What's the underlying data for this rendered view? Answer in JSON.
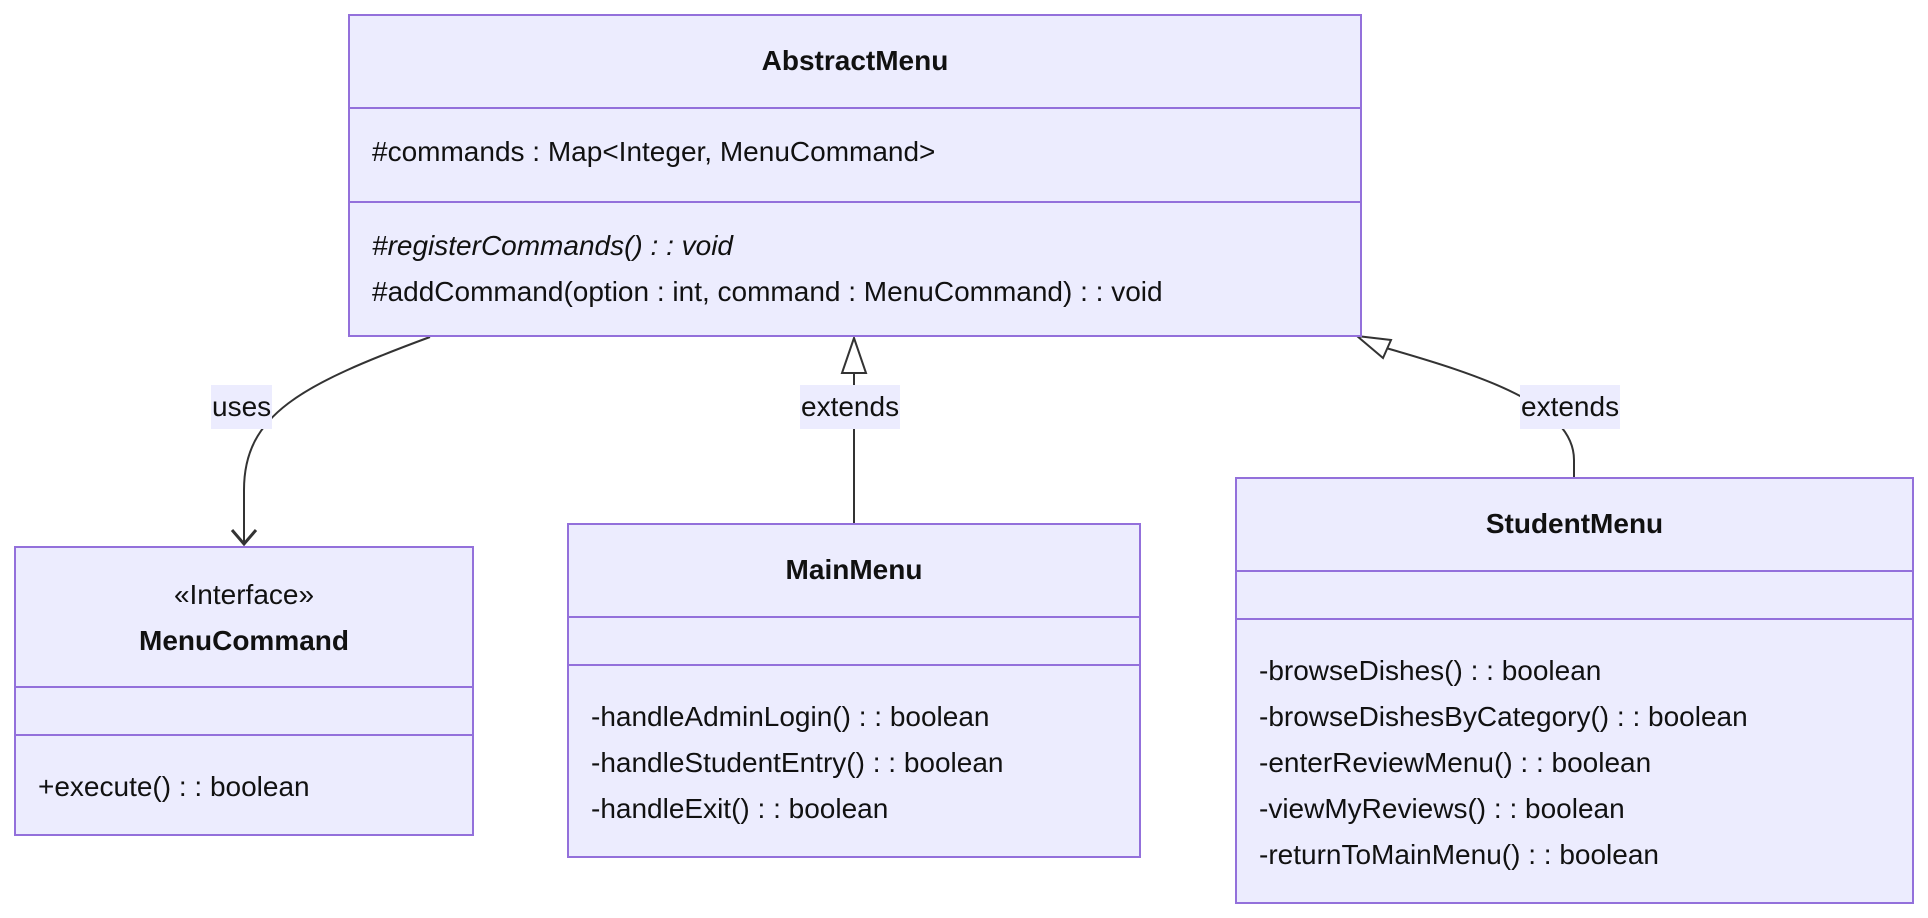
{
  "classes": {
    "abstract_menu": {
      "name": "AbstractMenu",
      "attributes": [
        "#commands : Map<Integer, MenuCommand>"
      ],
      "methods": [
        "#registerCommands() : : void",
        "#addCommand(option : int, command : MenuCommand) : : void"
      ]
    },
    "menu_command": {
      "stereotype": "«Interface»",
      "name": "MenuCommand",
      "attributes": [],
      "methods": [
        "+execute() : : boolean"
      ]
    },
    "main_menu": {
      "name": "MainMenu",
      "attributes": [],
      "methods": [
        "-handleAdminLogin() : : boolean",
        "-handleStudentEntry() : : boolean",
        "-handleExit() : : boolean"
      ]
    },
    "student_menu": {
      "name": "StudentMenu",
      "attributes": [],
      "methods": [
        "-browseDishes() : : boolean",
        "-browseDishesByCategory() : : boolean",
        "-enterReviewMenu() : : boolean",
        "-viewMyReviews() : : boolean",
        "-returnToMainMenu() : : boolean"
      ]
    }
  },
  "relations": [
    {
      "from": "AbstractMenu",
      "to": "MenuCommand",
      "type": "association",
      "label": "uses"
    },
    {
      "from": "MainMenu",
      "to": "AbstractMenu",
      "type": "inheritance",
      "label": "extends"
    },
    {
      "from": "StudentMenu",
      "to": "AbstractMenu",
      "type": "inheritance",
      "label": "extends"
    }
  ],
  "colors": {
    "fill": "#ececfe",
    "border": "#9370db",
    "line": "#333333",
    "text": "#111111"
  }
}
